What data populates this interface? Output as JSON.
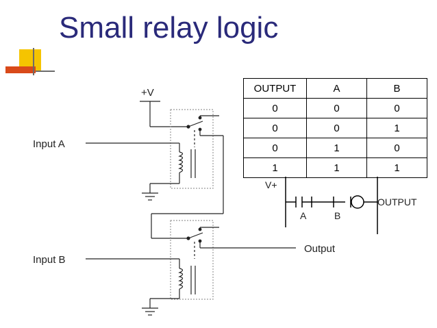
{
  "slide": {
    "title": "Small relay logic"
  },
  "relay_circuit": {
    "supply_label": "+V",
    "input_a_label": "Input A",
    "input_b_label": "Input B",
    "output_label": "Output"
  },
  "truth_table": {
    "headers": [
      "OUTPUT",
      "A",
      "B"
    ],
    "rows": [
      [
        "0",
        "0",
        "0"
      ],
      [
        "0",
        "0",
        "1"
      ],
      [
        "0",
        "1",
        "0"
      ],
      [
        "1",
        "1",
        "1"
      ]
    ]
  },
  "ladder": {
    "rail_label": "V+",
    "contact_a_label": "A",
    "contact_b_label": "B",
    "coil_label": "OUTPUT"
  }
}
